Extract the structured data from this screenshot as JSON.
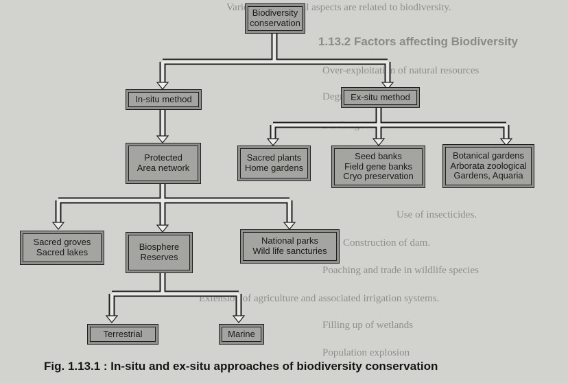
{
  "background_text": [
    "Various commercial aspects are related to biodiversity.",
    "1.13.2 Factors affecting Biodiversity",
    "Over-exploitation of natural resources",
    "Degradation of habitat",
    "Discharge",
    "Use of insecticides.",
    "Construction of dam.",
    "Poaching and trade in wildlife species",
    "Extension of agriculture and associated irrigation systems.",
    "Filling up of wetlands",
    "Population explosion"
  ],
  "nodes": {
    "biodiversity_conservation": [
      "Biodiversity",
      "conservation"
    ],
    "in_situ": [
      "In-situ method"
    ],
    "ex_situ": [
      "Ex-situ method"
    ],
    "protected_area": [
      "Protected",
      "Area network"
    ],
    "sacred_plants": [
      "Sacred plants",
      "Home gardens"
    ],
    "seed_banks": [
      "Seed banks",
      "Field gene banks",
      "Cryo preservation"
    ],
    "botanical_gardens": [
      "Botanical gardens",
      "Arborata zoological",
      "Gardens, Aquaria"
    ],
    "sacred_groves": [
      "Sacred groves",
      "Sacred lakes"
    ],
    "biosphere_reserves": [
      "Biosphere",
      "Reserves"
    ],
    "national_parks": [
      "National parks",
      "Wild life sancturies"
    ],
    "terrestrial": [
      "Terrestrial"
    ],
    "marine": [
      "Marine"
    ]
  },
  "caption": "Fig. 1.13.1 : In-situ and ex-situ approaches of biodiversity conservation"
}
